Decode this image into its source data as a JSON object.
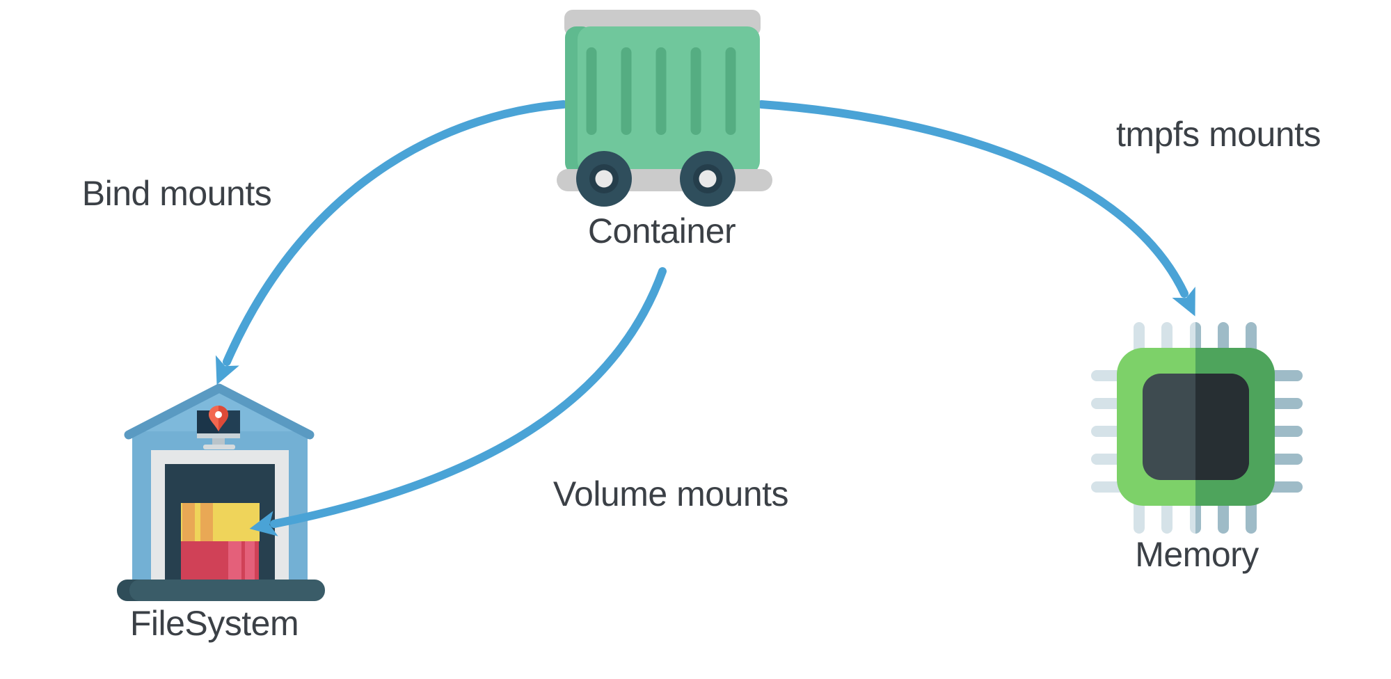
{
  "diagram": {
    "background_color": "#ffffff",
    "arrow_color": "#4aa3d6",
    "label_color": "#3b4046",
    "nodes": {
      "container": {
        "label": "Container",
        "icon": "freight-container-icon"
      },
      "filesystem": {
        "label": "FileSystem",
        "icon": "warehouse-storage-icon"
      },
      "memory": {
        "label": "Memory",
        "icon": "cpu-memory-chip-icon"
      }
    },
    "edges": [
      {
        "from": "container",
        "to": "filesystem",
        "label": "Bind mounts"
      },
      {
        "from": "container",
        "to": "filesystem",
        "label": "Volume mounts"
      },
      {
        "from": "container",
        "to": "memory",
        "label": "tmpfs mounts"
      }
    ],
    "icon_colors": {
      "container_green": "#70c79c",
      "container_green_shade": "#5fba8f",
      "container_stripe_green": "#55ad82",
      "container_gray": "#cbcbcb",
      "wheel_dark": "#2f4e5c",
      "wheel_inner": "#253e4b",
      "wheel_hub": "#e9e9e9",
      "warehouse_wall_blue": "#73b0d4",
      "warehouse_gable_blue": "#7eb9db",
      "warehouse_roof_trim": "#5a9ac2",
      "warehouse_frame": "#e5e7e8",
      "warehouse_interior": "#27404f",
      "warehouse_platform": "#3a5c68",
      "box_yellow": "#efd45a",
      "box_orange_stripe": "#e9a855",
      "box_red": "#d04157",
      "box_red_light": "#e4607a",
      "monitor_screen": "#1b3549",
      "pin_red": "#f2674f",
      "pin_red_dark": "#dd4a38",
      "chip_green_light": "#7dd169",
      "chip_green_dark": "#4ea45c",
      "chip_core": "#3e4b50",
      "chip_core_dark": "#272f33",
      "chip_pin_light": "#d5e2e8",
      "chip_pin_dark": "#9ebbc7"
    }
  }
}
